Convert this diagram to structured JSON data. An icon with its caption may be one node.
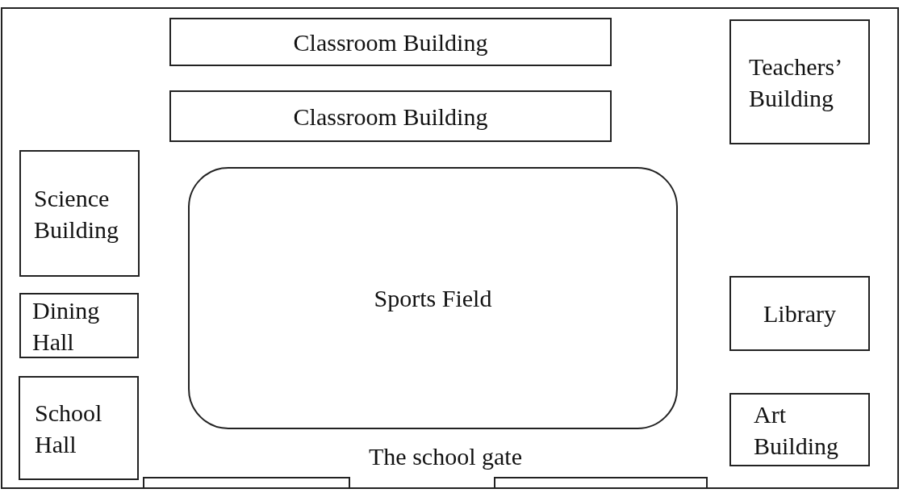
{
  "diagram": {
    "nodes": [
      {
        "text": [
          "Classroom Building"
        ]
      },
      {
        "text": [
          "Classroom Building"
        ]
      },
      {
        "text": [
          "Teachers’ Building"
        ]
      },
      {
        "text": [
          "Science Building"
        ]
      },
      {
        "text": [
          "Sports Field"
        ]
      },
      {
        "text": [
          "Dining Hall"
        ]
      },
      {
        "text": [
          "Library"
        ]
      },
      {
        "text": [
          "School Hall"
        ]
      },
      {
        "text": [
          "Art Building"
        ]
      }
    ],
    "labels": [
      "The school gate"
    ]
  }
}
